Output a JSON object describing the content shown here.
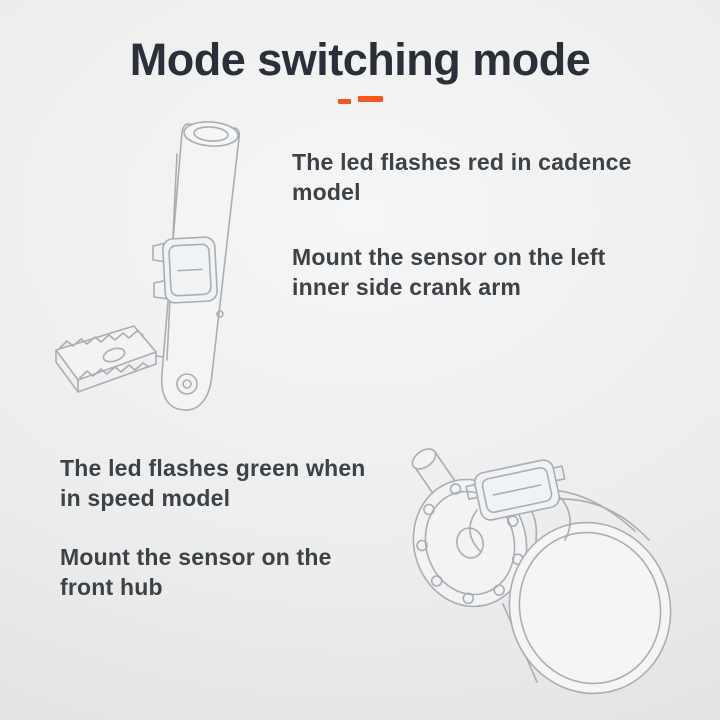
{
  "page": {
    "title": "Mode switching mode",
    "accent_color": "#f4581d"
  },
  "cadence_section": {
    "led_text": "The led flashes red in cadence\nmodel",
    "mount_text": "Mount the sensor on the left\ninner side crank arm",
    "illustration": "crank-arm-with-cadence-sensor"
  },
  "speed_section": {
    "led_text": "The led flashes green when\nin speed model",
    "mount_text": "Mount the sensor on the\nfront hub",
    "illustration": "front-hub-with-speed-sensor"
  }
}
